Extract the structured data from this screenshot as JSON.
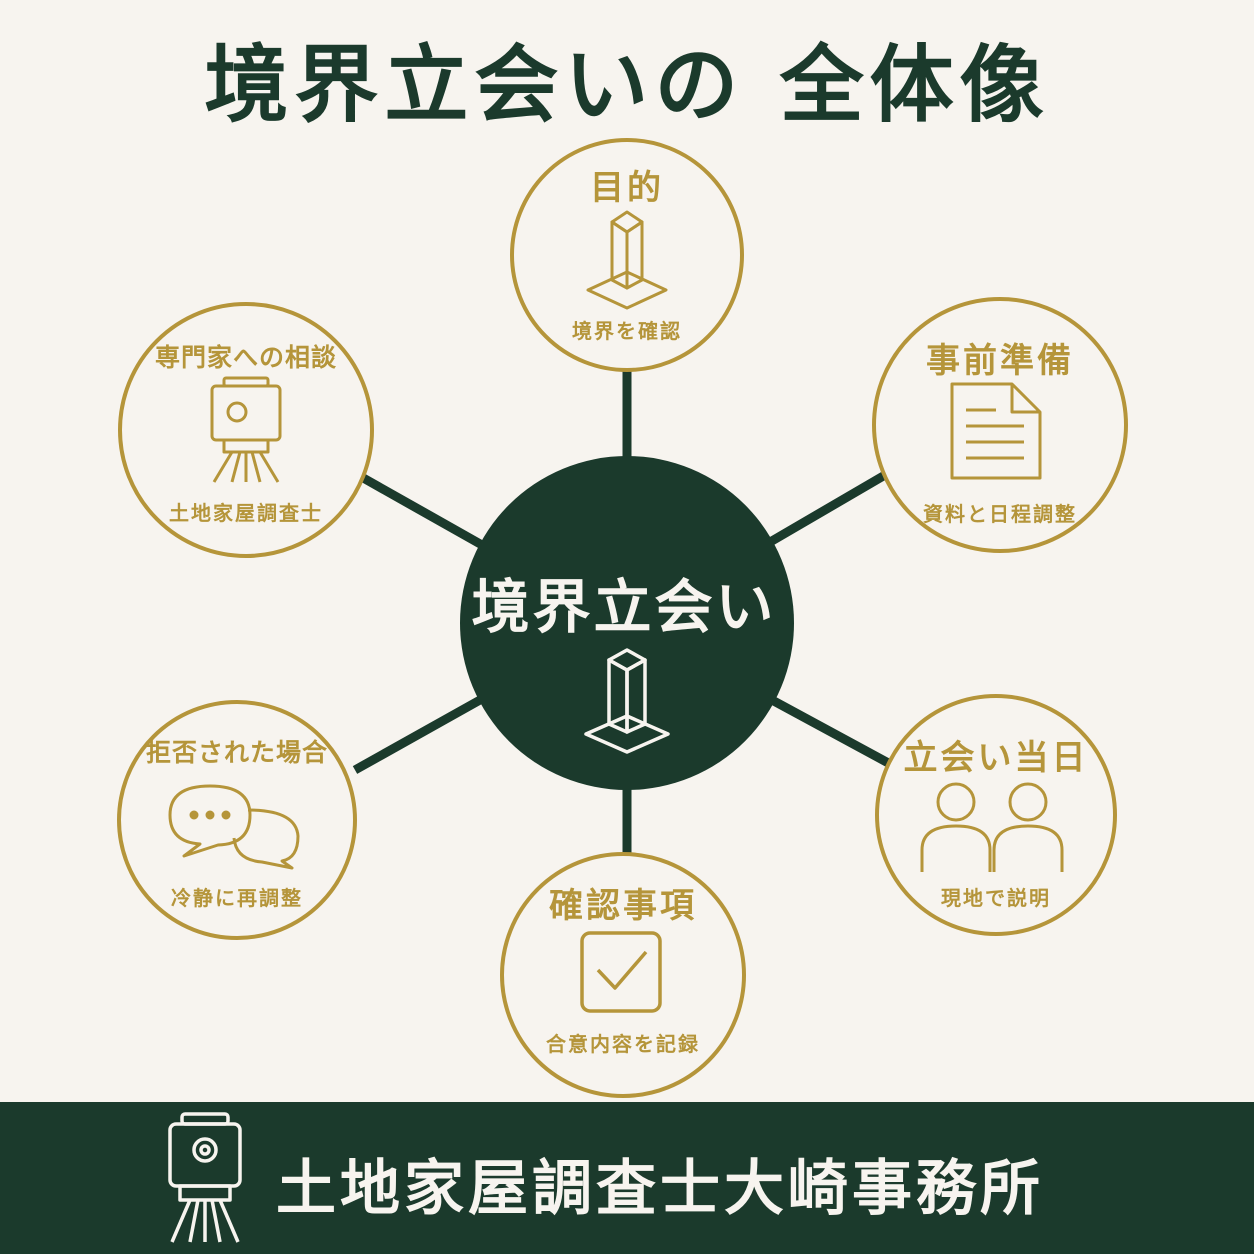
{
  "title": "境界立会いの 全体像",
  "center": {
    "label": "境界立会い",
    "icon": "boundary-marker-icon"
  },
  "nodes": [
    {
      "id": "purpose",
      "title": "目的",
      "subtitle": "境界を確認",
      "icon": "boundary-marker-icon"
    },
    {
      "id": "prep",
      "title": "事前準備",
      "subtitle": "資料と日程調整",
      "icon": "document-icon"
    },
    {
      "id": "day",
      "title": "立会い当日",
      "subtitle": "現地で説明",
      "icon": "people-icon"
    },
    {
      "id": "confirm",
      "title": "確認事項",
      "subtitle": "合意内容を記録",
      "icon": "checkbox-icon"
    },
    {
      "id": "refused",
      "title": "拒否された場合",
      "subtitle": "冷静に再調整",
      "icon": "speech-bubbles-icon"
    },
    {
      "id": "expert",
      "title": "専門家への相談",
      "subtitle": "土地家屋調査士",
      "icon": "surveying-instrument-icon"
    }
  ],
  "footer": {
    "text": "土地家屋調査士大崎事務所",
    "icon": "surveying-instrument-icon"
  },
  "colors": {
    "dark_green": "#1b3a2c",
    "gold": "#b5953a",
    "background": "#f7f4ef"
  }
}
